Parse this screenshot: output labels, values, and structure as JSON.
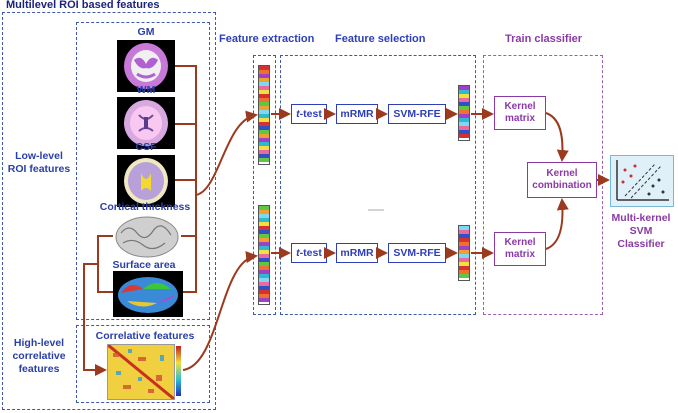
{
  "left_panel": {
    "title": "Multilevel ROI based features",
    "low_level_label": "Low-level\nROI features",
    "high_level_label": "High-level\ncorrelative\nfeatures",
    "gm": "GM",
    "wm": "WM",
    "csf": "CSF",
    "cortical_thickness": "Cortical thickness",
    "surface_area": "Surface area",
    "correlative_features": "Correlative features"
  },
  "stages": {
    "feature_extraction": "Feature extraction",
    "feature_selection": "Feature selection",
    "train_classifier": "Train classifier"
  },
  "selection_steps": {
    "ttest_italic": "t",
    "ttest_rest": "-test",
    "mrmr": "mRMR",
    "svmrfe": "SVM-RFE"
  },
  "classifier": {
    "kernel_matrix": "Kernel\nmatrix",
    "kernel_combination": "Kernel\ncombination",
    "output_label": "Multi-kernel\nSVM Classifier"
  },
  "colors": {
    "blue": "#2f3fb8",
    "purple": "#8a3aa6",
    "arrow": "#9b3a1e"
  }
}
